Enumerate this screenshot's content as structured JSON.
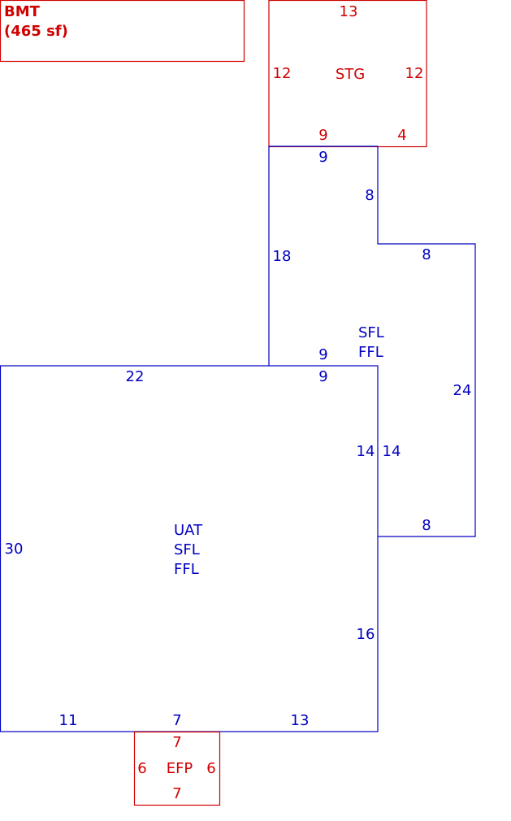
{
  "colors": {
    "red": "#d00000",
    "blue": "#0000c0",
    "background": "#ffffff"
  },
  "bmt": {
    "name": "BMT",
    "area": "(465 sf)"
  },
  "stg": {
    "name": "STG",
    "dims": {
      "top": "13",
      "left": "12",
      "right": "12",
      "bottom_left": "9",
      "bottom_right": "4"
    }
  },
  "sfl_ffl_wing": {
    "labels": [
      "SFL",
      "FFL"
    ],
    "dims": {
      "top": "9",
      "notch_vertical": "8",
      "notch_horizontal": "8",
      "left": "18",
      "bottom": "9",
      "right": "24",
      "bottom_right": "8",
      "inner_left": "14"
    }
  },
  "main": {
    "labels": [
      "UAT",
      "SFL",
      "FFL"
    ],
    "dims": {
      "top_left": "22",
      "top_right": "9",
      "right_upper": "14",
      "right_lower": "16",
      "left": "30",
      "bottom_left": "11",
      "bottom_mid": "7",
      "bottom_right": "13"
    }
  },
  "efp": {
    "name": "EFP",
    "dims": {
      "top": "7",
      "left": "6",
      "right": "6",
      "bottom": "7"
    }
  }
}
